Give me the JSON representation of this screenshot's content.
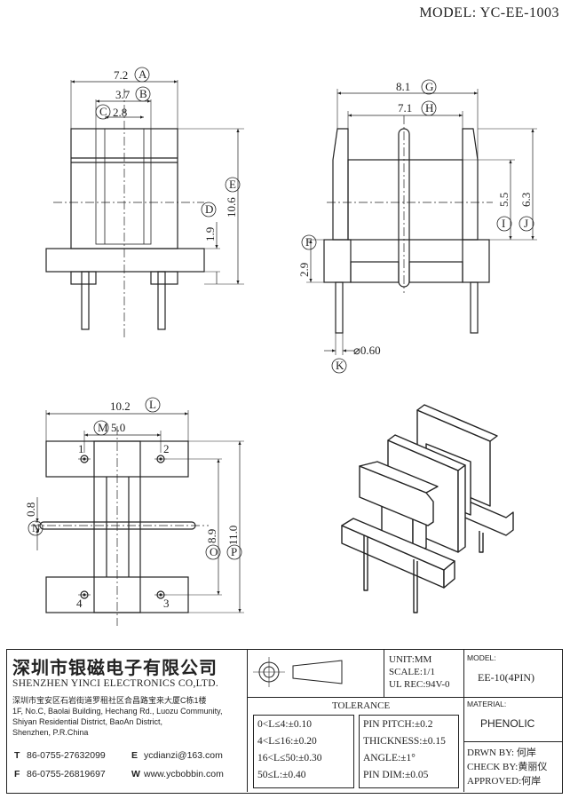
{
  "model_header": "MODEL: YC-EE-1003",
  "front_view": {
    "dims": [
      "7.2",
      "3.7",
      "2.8",
      "10.6",
      "1.9"
    ],
    "markers": [
      "A",
      "B",
      "C",
      "E",
      "D"
    ]
  },
  "side_view": {
    "dims": [
      "8.1",
      "7.1",
      "5.5",
      "6.3",
      "2.9",
      "⌀0.60"
    ],
    "markers": [
      "G",
      "H",
      "I",
      "J",
      "F",
      "K"
    ]
  },
  "bottom_view": {
    "dims": [
      "10.2",
      "5.0",
      "0.8",
      "8.9",
      "11.0"
    ],
    "markers": [
      "L",
      "M",
      "N",
      "O",
      "P"
    ],
    "pin_numbers": [
      "1",
      "2",
      "3",
      "4"
    ]
  },
  "company": {
    "name_cn": "深圳市银磁电子有限公司",
    "name_en": "SHENZHEN YINCI ELECTRONICS CO,LTD.",
    "addr_cn": "深圳市宝安区石岩街道罗租社区合昌路宝来大厦C栋1楼",
    "addr_en_1": "1F, No.C, Baolai Building, Hechang Rd., Luozu Community,",
    "addr_en_2": "Shiyan Residential District, BaoAn District,",
    "addr_en_3": "Shenzhen, P.R.China",
    "t_label": "T",
    "tel": "86-0755-27632099",
    "f_label": "F",
    "fax": "86-0755-26819697",
    "e_label": "E",
    "email": "ycdianzi@163.com",
    "w_label": "W",
    "web": "www.ycbobbin.com"
  },
  "units": {
    "unit": "UNIT:MM",
    "scale": "SCALE:1/1",
    "ul": "UL REC:94V-0"
  },
  "tolerance": {
    "title": "TOLERANCE",
    "left": [
      "0<L≤4:±0.10",
      "4<L≤16:±0.20",
      "16<L≤50:±0.30",
      "50≤L:±0.40"
    ],
    "right": [
      "PIN PITCH:±0.2",
      "THICKNESS:±0.15",
      "ANGLE:±1°",
      "PIN DIM:±0.05"
    ]
  },
  "model_box": {
    "label": "MODEL:",
    "value": "EE-10(4PIN)"
  },
  "material_box": {
    "label": "MATERIAL:",
    "value": "PHENOLIC"
  },
  "approval": {
    "drawn": "DRWN BY: 何岸",
    "check": "CHECK BY:黄丽仪",
    "approved": "APPROVED:何岸"
  }
}
